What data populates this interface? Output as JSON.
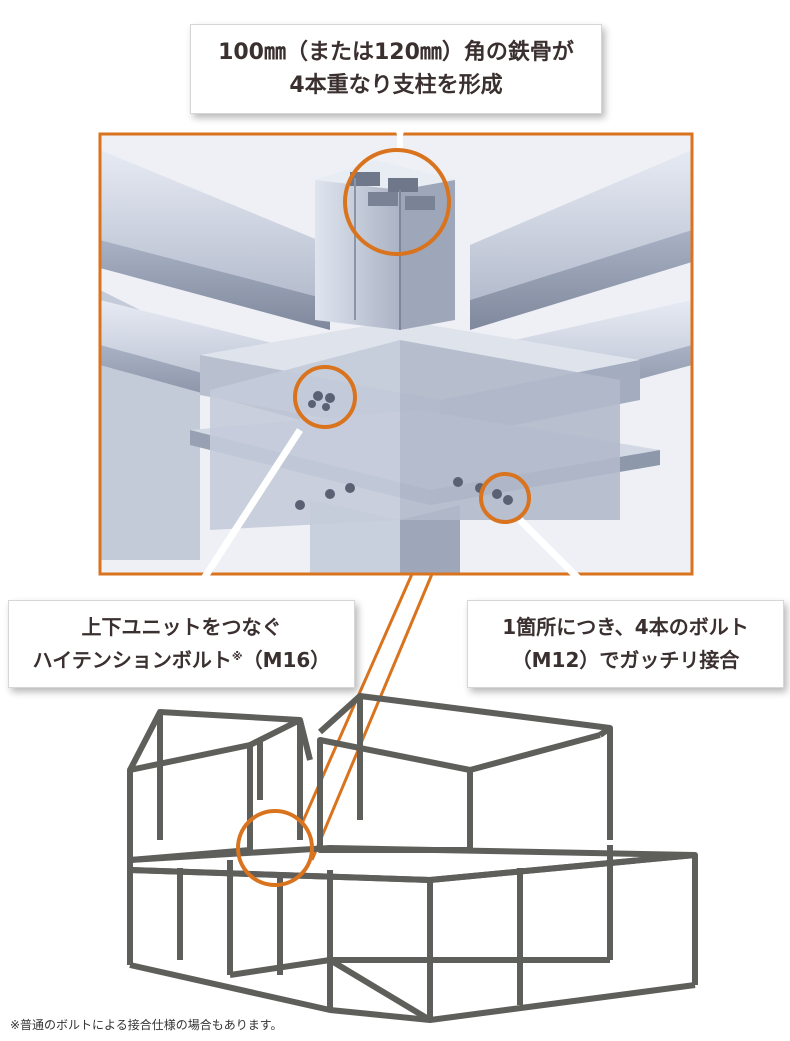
{
  "callouts": {
    "top": {
      "line1": "100㎜（または120㎜）角の鉄骨が",
      "line2": "4本重なり支柱を形成"
    },
    "left": {
      "line1": "上下ユニットをつなぐ",
      "line2a": "ハイテンションボルト",
      "mark": "※",
      "line2b": "（M16）"
    },
    "right": {
      "line1": "1箇所につき、4本のボルト",
      "line2": "（M12）でガッチリ接合"
    }
  },
  "footnote": "※普通のボルトによる接合仕様の場合もあります。",
  "colors": {
    "accent": "#d9731e",
    "steel": "#b9c2d3",
    "steel_dark": "#8d97ab",
    "frame": "#5e5e5a"
  }
}
